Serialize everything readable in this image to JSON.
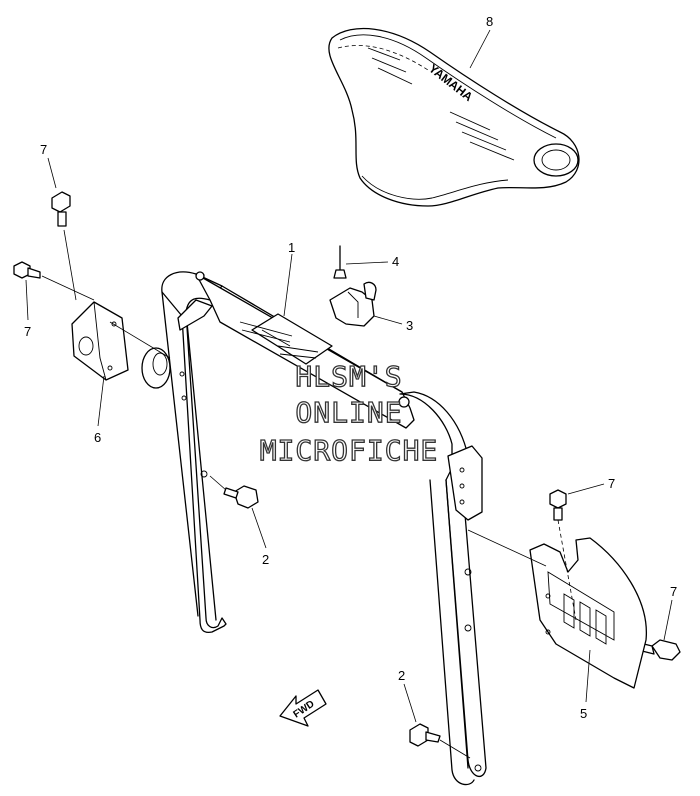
{
  "diagram": {
    "callouts": {
      "c1": "1",
      "c2a": "2",
      "c2b": "2",
      "c3": "3",
      "c4": "4",
      "c5": "5",
      "c6": "6",
      "c7a": "7",
      "c7b": "7",
      "c7c": "7",
      "c7d": "7",
      "c8": "8"
    },
    "seat_brand": "YAMAHA",
    "fwd_label": "FWD",
    "watermark": [
      "HLSM'S",
      "ONLINE",
      "MICROFICHE"
    ]
  }
}
